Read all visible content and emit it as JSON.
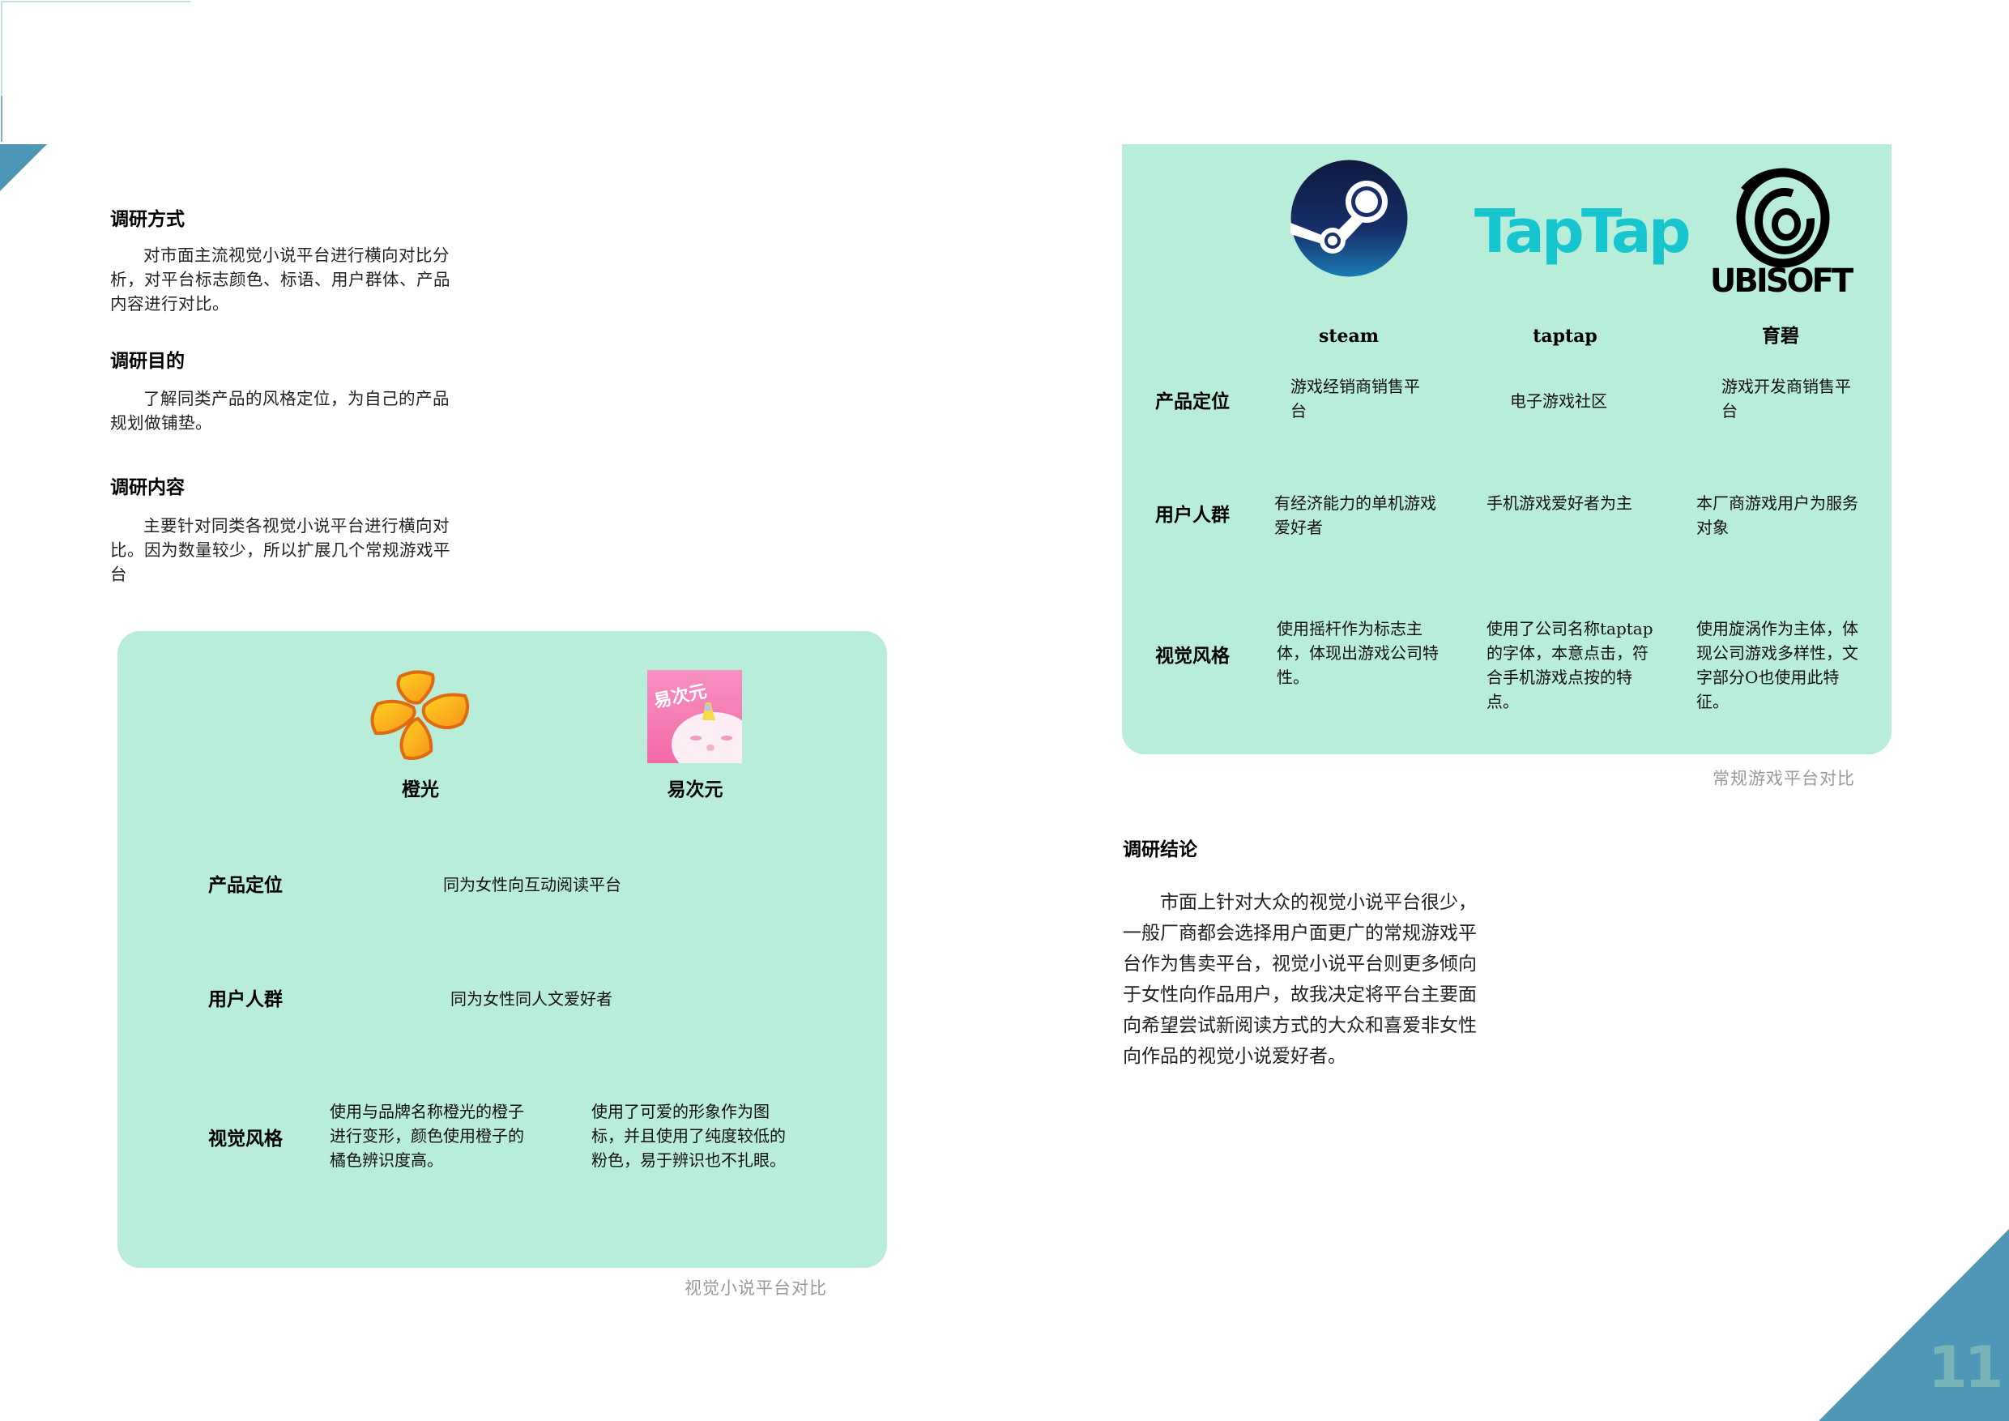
{
  "page": {
    "number": "11",
    "accent_color": "#4f97b7",
    "card_color": "#b8edd9",
    "page_number_color": "#78b4b6"
  },
  "left_column": {
    "sections": [
      {
        "heading": "调研方式",
        "body": "对市面主流视觉小说平台进行横向对比分析，对平台标志颜色、标语、用户群体、产品内容进行对比。"
      },
      {
        "heading": "调研目的",
        "body": "了解同类产品的风格定位，为自己的产品规划做铺垫。"
      },
      {
        "heading": "调研内容",
        "body": "主要针对同类各视觉小说平台进行横向对比。因为数量较少，所以扩展几个常规游戏平台"
      }
    ]
  },
  "vn_comparison": {
    "caption": "视觉小说平台对比",
    "platforms": [
      {
        "name": "橙光",
        "logo_icon": "orange-clover-logo-icon"
      },
      {
        "name": "易次元",
        "logo_icon": "pink-unicorn-logo-icon"
      }
    ],
    "rows": [
      {
        "label": "产品定位",
        "shared_value": "同为女性向互动阅读平台"
      },
      {
        "label": "用户人群",
        "shared_value": "同为女性同人文爱好者"
      },
      {
        "label": "视觉风格",
        "values": [
          "使用与品牌名称橙光的橙子进行变形，颜色使用橙子的橘色辨识度高。",
          "使用了可爱的形象作为图标，并且使用了纯度较低的粉色，易于辨识也不扎眼。"
        ]
      }
    ]
  },
  "game_comparison": {
    "caption": "常规游戏平台对比",
    "platforms": [
      {
        "name": "steam",
        "logo_icon": "steam-logo-icon"
      },
      {
        "name": "taptap",
        "logo_icon": "taptap-logo-icon",
        "logo_text": "TapTap"
      },
      {
        "name": "育碧",
        "logo_icon": "ubisoft-logo-icon",
        "logo_text": "UBISOFT"
      }
    ],
    "rows": [
      {
        "label": "产品定位",
        "values": [
          "游戏经销商销售平台",
          "电子游戏社区",
          "游戏开发商销售平台"
        ]
      },
      {
        "label": "用户人群",
        "values": [
          "有经济能力的单机游戏爱好者",
          "手机游戏爱好者为主",
          "本厂商游戏用户为服务对象"
        ]
      },
      {
        "label": "视觉风格",
        "values": [
          "使用摇杆作为标志主体，体现出游戏公司特性。",
          "使用了公司名称taptap的字体，本意点击，符合手机游戏点按的特点。",
          "使用旋涡作为主体，体现公司游戏多样性，文字部分O也使用此特征。"
        ]
      }
    ]
  },
  "conclusion": {
    "heading": "调研结论",
    "body": "市面上针对大众的视觉小说平台很少，一般厂商都会选择用户面更广的常规游戏平台作为售卖平台，视觉小说平台则更多倾向于女性向作品用户，故我决定将平台主要面向希望尝试新阅读方式的大众和喜爱非女性向作品的视觉小说爱好者。"
  }
}
